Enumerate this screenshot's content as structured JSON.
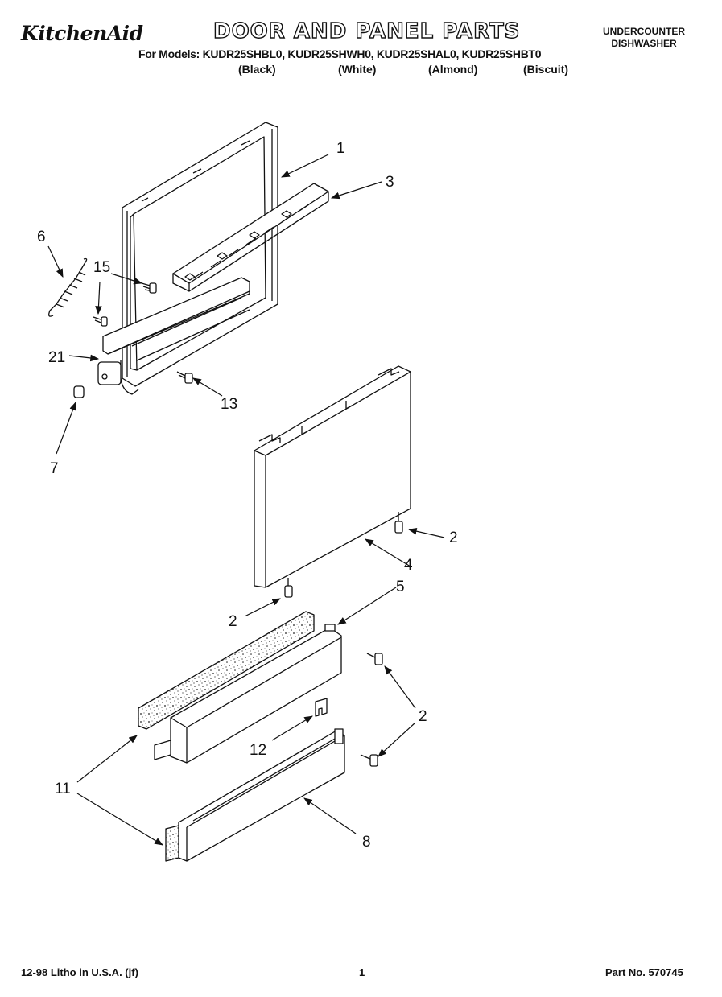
{
  "header": {
    "brand": "KitchenAid",
    "title": "DOOR AND PANEL PARTS",
    "appliance_type_line1": "UNDERCOUNTER",
    "appliance_type_line2": "DISHWASHER",
    "models_line": "For Models: KUDR25SHBL0, KUDR25SHWH0, KUDR25SHAL0, KUDR25SHBT0",
    "colors": [
      "(Black)",
      "(White)",
      "(Almond)",
      "(Biscuit)"
    ]
  },
  "callouts": {
    "c1": "1",
    "c3": "3",
    "c6": "6",
    "c15": "15",
    "c21": "21",
    "c13": "13",
    "c7": "7",
    "c2a": "2",
    "c4": "4",
    "c5": "5",
    "c2b": "2",
    "c2c": "2",
    "c12": "12",
    "c11": "11",
    "c8": "8"
  },
  "footer": {
    "litho": "12-98 Litho in U.S.A. (jf)",
    "page": "1",
    "part_no": "Part No. 570745"
  }
}
